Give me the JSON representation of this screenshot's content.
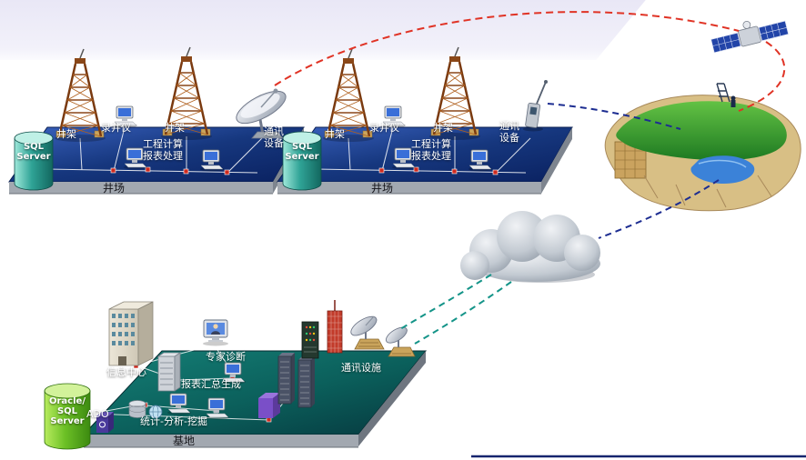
{
  "wellsite1": {
    "db": "SQL\nServer",
    "derrick_left": "井架",
    "logger": "录井仪",
    "derrick_right": "井架",
    "calc": "工程计算\n报表处理",
    "comm": "通讯\n设备",
    "platform": "井场"
  },
  "wellsite2": {
    "db": "SQL\nServer",
    "derrick_left": "井架",
    "logger": "录井仪",
    "derrick_right": "井架",
    "calc": "工程计算\n报表处理",
    "comm": "通讯\n设备",
    "platform": "井场"
  },
  "base": {
    "db": "Oracle/\nSQL\nServer",
    "ado": "ADO",
    "info_center": "信息中心",
    "expert": "专家诊断",
    "report": "报表汇总生成",
    "stats": "统计-分析-挖掘",
    "comm": "通讯设施",
    "platform": "基地"
  },
  "colors": {
    "platform_blue": "#16377e",
    "platform_teal": "#0b5f5b",
    "well_db_green": "#2fa396",
    "base_db_green": "#6cc026",
    "link_red": "#e03325",
    "link_navy": "#1d2d91",
    "link_teal": "#149488"
  },
  "icons": {
    "derrick-icon": "lattice-tower",
    "computer-icon": "monitor-with-keyboard",
    "satellite-dish-icon": "parabolic-dish",
    "database-cylinder-icon": "cylinder",
    "comm-device-icon": "radio-handset",
    "satellite-icon": "satellite-with-solar-panels",
    "cloud-icon": "network-cloud",
    "terrain-icon": "landscape-cutaway",
    "building-icon": "office-building",
    "server-rack-icon": "server-cabinet",
    "radio-tower-icon": "red-lattice-mast",
    "cube-icon": "3d-cube",
    "globe-icon": "wireframe-globe",
    "disk-stack-icon": "stacked-disks"
  }
}
